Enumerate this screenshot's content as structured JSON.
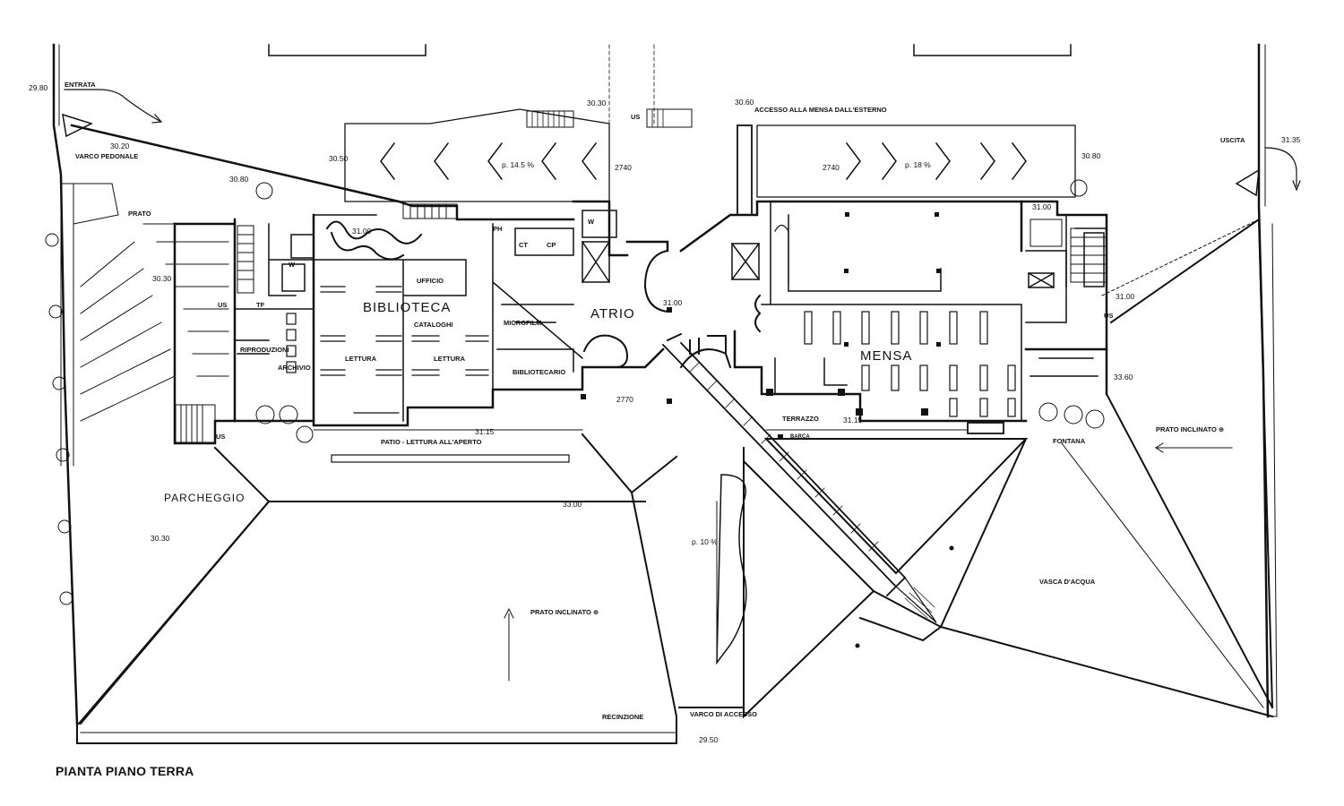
{
  "drawing": {
    "title": "PIANTA PIANO TERRA",
    "colors": {
      "ink": "#111111",
      "paper": "#ffffff"
    },
    "rooms": {
      "biblioteca": "BIBLIOTECA",
      "atrio": "ATRIO",
      "mensa": "MENSA",
      "parcheggio": "PARCHEGGIO",
      "ufficio": "UFFICIO",
      "cataloghi": "CATALOGHI",
      "lettura_1": "LETTURA",
      "lettura_2": "LETTURA",
      "microfilm": "MICROFILM",
      "bibliotecario": "BIBLIOTECARIO",
      "riproduzioni": "RIPRODUZIONI",
      "archivio": "ARCHIVIO",
      "terrazzo": "TERRAZZO",
      "fontana": "FONTANA",
      "vasca": "VASCA D'ACQUA",
      "prato": "PRATO",
      "patio": "PATIO - LETTURA ALL'APERTO"
    },
    "labels": {
      "entrata": "ENTRATA",
      "varco_pedonale": "VARCO PEDONALE",
      "accesso_mensa": "ACCESSO ALLA MENSA DALL'ESTERNO",
      "uscita": "USCITA",
      "prato_inclinato_1": "PRATO INCLINATO ⊕",
      "prato_inclinato_2": "PRATO INCLINATO ⊕",
      "recinzione": "RECINZIONE",
      "varco_accesso": "VARCO DI ACCESSO",
      "ramp_1": "p. 14.5 %",
      "ramp_2": "p. 18 %",
      "ramp_3": "p. 10 %",
      "us_1": "US",
      "us_2": "US",
      "us_3": "US",
      "us_4": "US",
      "tf": "TF",
      "ph": "PH",
      "ct": "CT",
      "cp": "CP",
      "wc_1": "W",
      "wc_2": "W",
      "barca": "BARCA"
    },
    "elevations": {
      "e2980": "29.80",
      "e3020": "30.20",
      "e3030a": "30.30",
      "e3060": "30.60",
      "e3050": "30.50",
      "e2740a": "2740",
      "e2740b": "2740",
      "e3080a": "30.80",
      "e3135": "31.35",
      "e3080b": "30.80",
      "e3100a": "31.00",
      "e3100b": "31.00",
      "e3100c": "31.00",
      "e3100d": "31.00",
      "e3030b": "30.30",
      "e2770": "2770",
      "e3360": "33.60",
      "e3115a": "31.15",
      "e3115b": "31.15",
      "e3300": "33.00",
      "e3030c": "30.30",
      "e2950": "29.50"
    }
  }
}
